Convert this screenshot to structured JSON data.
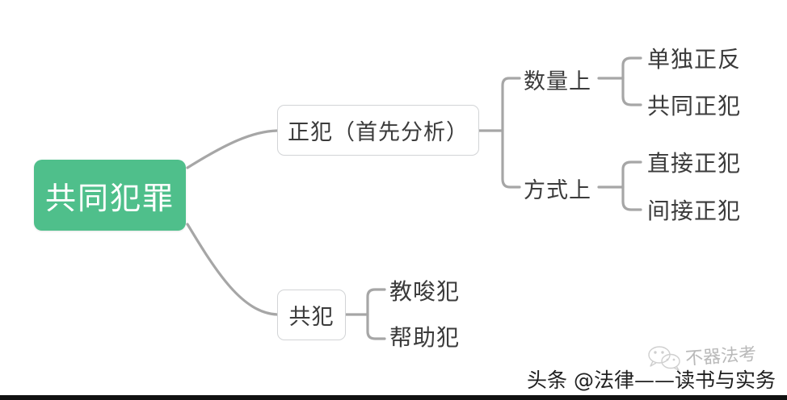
{
  "diagram": {
    "type": "mind-map",
    "title": "共同犯罪",
    "background": "#ffffff",
    "root_color": "#4fbf8b",
    "edge_color": "#a6a6a6",
    "box_border_color": "#d2d4d6",
    "text_color": "#3b3b3b",
    "root": {
      "label": "共同犯罪",
      "children": [
        {
          "label": "正犯（首先分析）",
          "children": [
            {
              "label": "数量上",
              "children": [
                {
                  "label": "单独正反"
                },
                {
                  "label": "共同正犯"
                }
              ]
            },
            {
              "label": "方式上",
              "children": [
                {
                  "label": "直接正犯"
                },
                {
                  "label": "间接正犯"
                }
              ]
            }
          ]
        },
        {
          "label": "共犯",
          "children": [
            {
              "label": "教唆犯"
            },
            {
              "label": "帮助犯"
            }
          ]
        }
      ]
    }
  },
  "nodes": {
    "root": "共同犯罪",
    "zhengfan": "正犯（首先分析）",
    "gongfan": "共犯",
    "shuliang": "数量上",
    "fangshi": "方式上",
    "leaf_dandu_zhengfan": "单独正反",
    "leaf_gongtong_zhengfan": "共同正犯",
    "leaf_zhijie_zhengfan": "直接正犯",
    "leaf_jianjie_zhengfan": "间接正犯",
    "leaf_jiaosuofan": "教唆犯",
    "leaf_bangzhufan": "帮助犯"
  },
  "watermark": {
    "main": "头条 @法律——读书与实务",
    "faded": "不器法考",
    "icon": "wechat-icon"
  }
}
